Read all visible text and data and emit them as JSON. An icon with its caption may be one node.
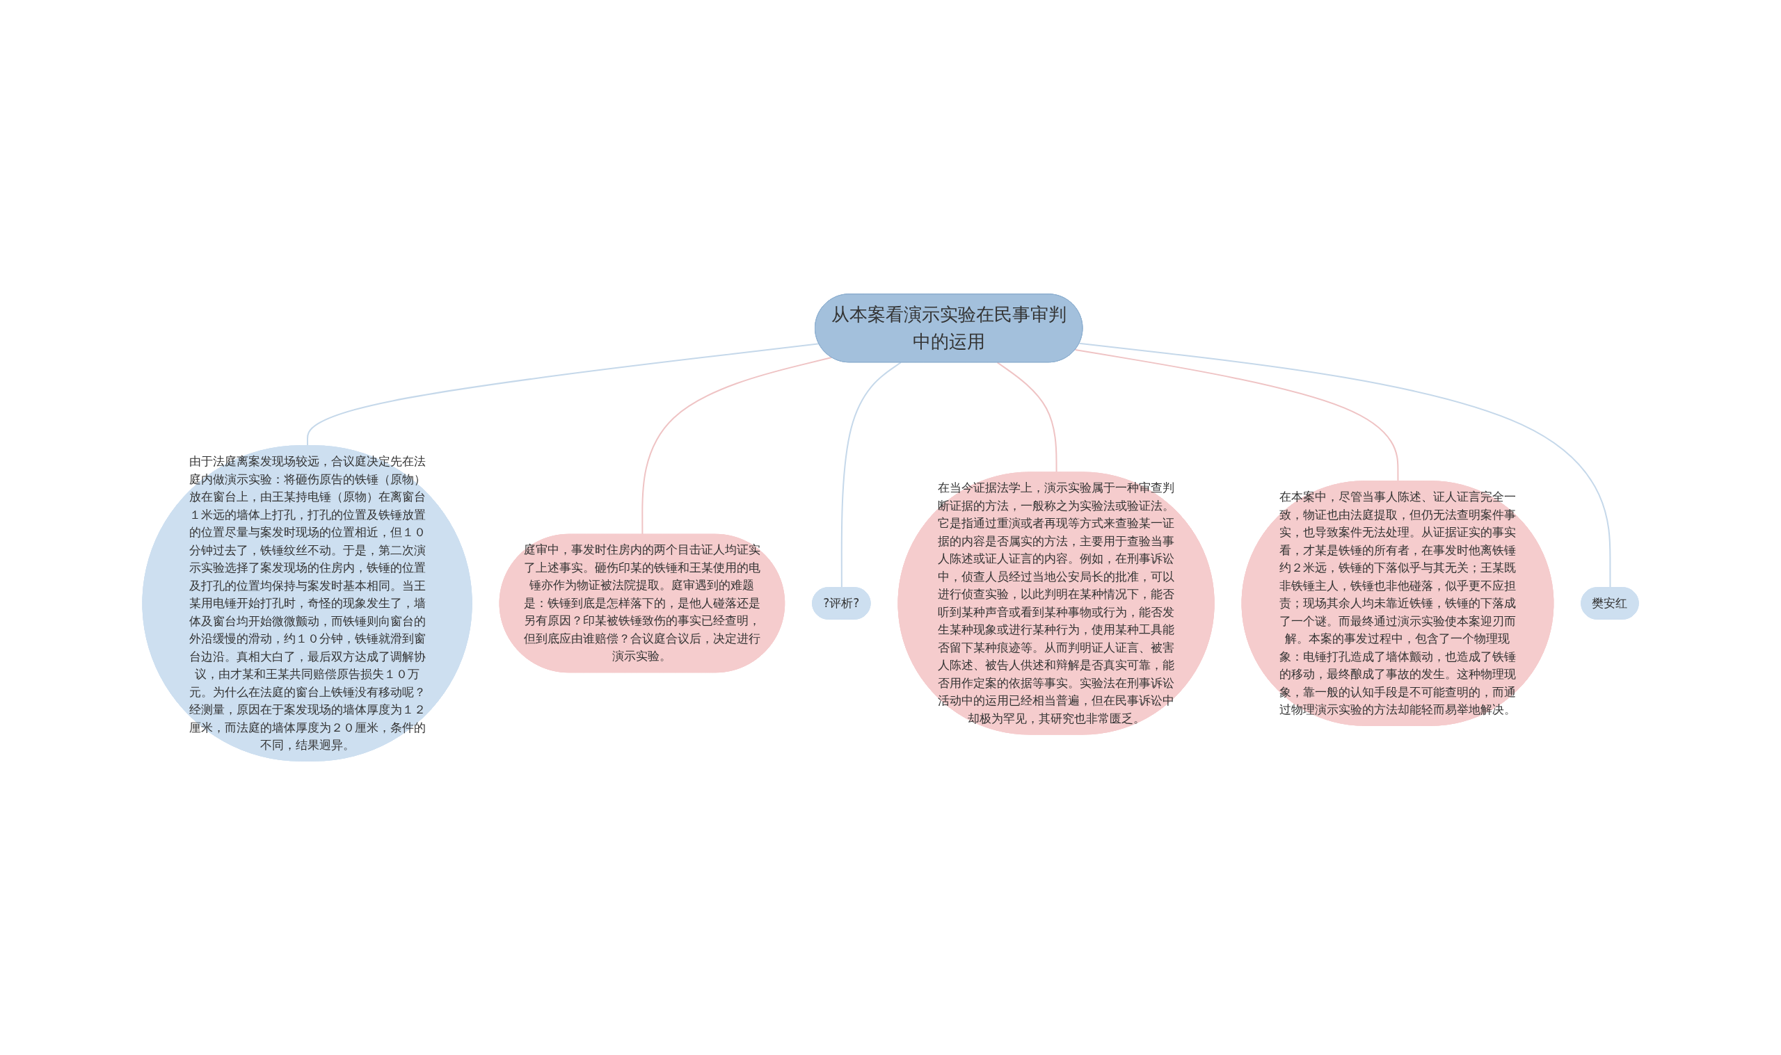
{
  "diagram": {
    "nodes": [
      {
        "text": [
          "从本案看演示实验在民事审判中的运用"
        ]
      },
      {
        "text": [
          "由于法庭离案发现场较远，合议庭决定先在法庭内做演示实验：将砸伤原告的铁锤（原物）放在窗台上，由王某持电锤（原物）在离窗台１米远的墙体上打孔，打孔的位置及铁锤放置的位置尽量与案发时现场的位置相近，但１０分钟过去了，铁锤纹丝不动。于是，第二次演示实验选择了案发现场的住房内，铁锤的位置及打孔的位置均保持与案发时基本相同。当王某用电锤开始打孔时，奇怪的现象发生了，墙体及窗台均开始微微颤动，而铁锤则向窗台的外沿缓慢的滑动，约１０分钟，铁锤就滑到窗台边沿。真相大白了，最后双方达成了调解协议，由才某和王某共同赔偿原告损失１０万元。为什么在法庭的窗台上铁锤没有移动呢？经测量，原因在于案发现场的墙体厚度为１２厘米，而法庭的墙体厚度为２０厘米，条件的不同，结果迥异。"
        ]
      },
      {
        "text": [
          "庭审中，事发时住房内的两个目击证人均证实了上述事实。砸伤印某的铁锤和王某使用的电锤亦作为物证被法院提取。庭审遇到的难题是：铁锤到底是怎样落下的，是他人碰落还是另有原因？印某被铁锤致伤的事实已经查明，但到底应由谁赔偿？合议庭合议后，决定进行演示实验。"
        ]
      },
      {
        "text": [
          "?评析?"
        ]
      },
      {
        "text": [
          "在当今证据法学上，演示实验属于一种审查判断证据的方法，一般称之为实验法或验证法。它是指通过重演或者再现等方式来查验某一证据的内容是否属实的方法，主要用于查验当事人陈述或证人证言的内容。例如，在刑事诉讼中，侦查人员经过当地公安局长的批准，可以进行侦查实验，以此判明在某种情况下，能否听到某种声音或看到某种事物或行为，能否发生某种现象或进行某种行为，使用某种工具能否留下某种痕迹等。从而判明证人证言、被害人陈述、被告人供述和辩解是否真实可靠，能否用作定案的依据等事实。实验法在刑事诉讼活动中的运用已经相当普遍，但在民事诉讼中却极为罕见，其研究也非常匮乏。"
        ]
      },
      {
        "text": [
          "在本案中，尽管当事人陈述、证人证言完全一致，物证也由法庭提取，但仍无法查明案件事实，也导致案件无法处理。从证据证实的事实看，才某是铁锤的所有者，在事发时他离铁锤约２米远，铁锤的下落似乎与其无关；王某既非铁锤主人，铁锤也非他碰落，似乎更不应担责；现场其余人均未靠近铁锤，铁锤的下落成了一个谜。而最终通过演示实验使本案迎刃而解。本案的事发过程中，包含了一个物理现象：电锤打孔造成了墙体颤动，也造成了铁锤的移动，最终酿成了事故的发生。这种物理现象，靠一般的认知手段是不可能查明的，而通过物理演示实验的方法却能轻而易举地解决。"
        ]
      },
      {
        "text": [
          "樊安红"
        ]
      }
    ],
    "edges": [
      {
        "from": 0,
        "to": 1,
        "arrow": "none",
        "color": "#c5d8ea"
      },
      {
        "from": 0,
        "to": 2,
        "arrow": "none",
        "color": "#efc3c4"
      },
      {
        "from": 0,
        "to": 3,
        "arrow": "none",
        "color": "#c5d8ea"
      },
      {
        "from": 0,
        "to": 4,
        "arrow": "none",
        "color": "#efc3c4"
      },
      {
        "from": 0,
        "to": 5,
        "arrow": "none",
        "color": "#efc3c4"
      },
      {
        "from": 0,
        "to": 6,
        "arrow": "none",
        "color": "#c5d8ea"
      }
    ]
  }
}
